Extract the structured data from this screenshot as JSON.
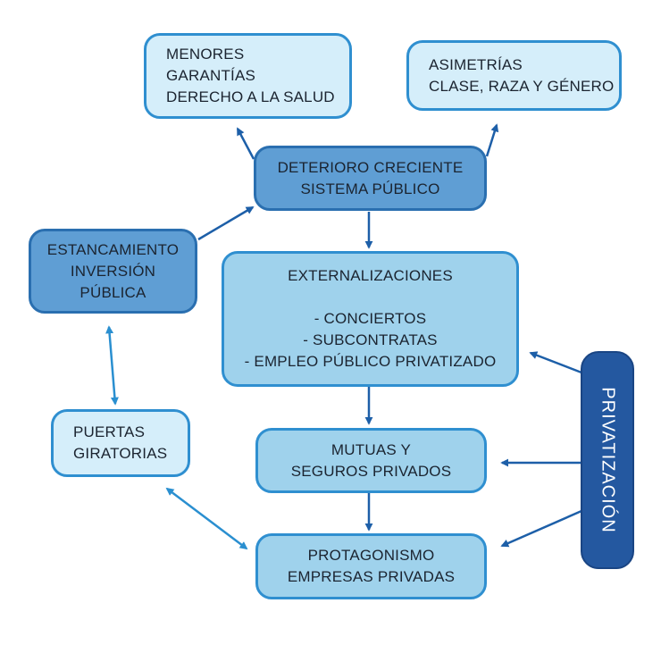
{
  "colors": {
    "light_fill": "#d5eefa",
    "mid_fill": "#9fd2ec",
    "dark_fill": "#5f9ed4",
    "accent_dark": "#2458a0",
    "border": "#2f8fd0",
    "arrow": "#1d5fa8"
  },
  "nodes": {
    "menores": {
      "lines": [
        "MENORES",
        "GARANTÍAS",
        "DERECHO A LA SALUD"
      ]
    },
    "asimetrias": {
      "lines": [
        "ASIMETRÍAS",
        "CLASE, RAZA Y GÉNERO"
      ]
    },
    "deterioro": {
      "lines": [
        "DETERIORO CRECIENTE",
        "SISTEMA PÚBLICO"
      ]
    },
    "estancamiento": {
      "lines": [
        "ESTANCAMIENTO",
        "INVERSIÓN",
        "PÚBLICA"
      ]
    },
    "externalizaciones": {
      "title": "EXTERNALIZACIONES",
      "items": [
        "- CONCIERTOS",
        "- SUBCONTRATAS",
        "- EMPLEO PÚBLICO PRIVATIZADO"
      ]
    },
    "puertas": {
      "lines": [
        "PUERTAS",
        "GIRATORIAS"
      ]
    },
    "mutuas": {
      "lines": [
        "MUTUAS Y",
        "SEGUROS PRIVADOS"
      ]
    },
    "protagonismo": {
      "lines": [
        "PROTAGONISMO",
        "EMPRESAS PRIVADAS"
      ]
    },
    "privatizacion": {
      "label": "PRIVATIZACIÓN"
    }
  }
}
